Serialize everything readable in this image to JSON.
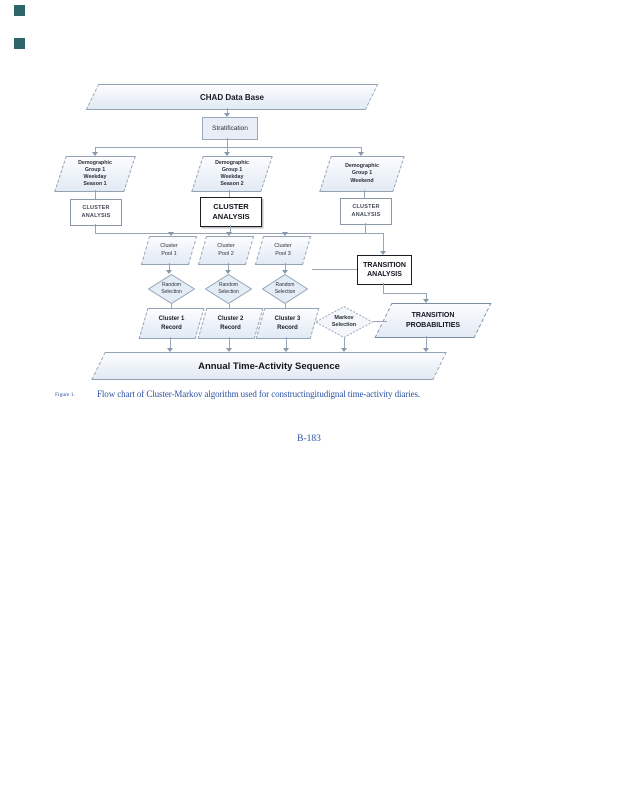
{
  "figure": {
    "label": "Figure 1.",
    "caption": "Flow chart of Cluster-Markov algorithm used for constructingitudignal time-activity diaries.",
    "page_number": "B-183"
  },
  "colors": {
    "shape_fill": "#e3ebf5",
    "shape_border": "#93a3b5",
    "connector": "#97a5b6",
    "emphasis_border": "#1c1c24",
    "caption_blue": "#2b52a3",
    "corner_mark": "#2e6569"
  },
  "flowchart": {
    "database": "CHAD Data Base",
    "stratification": "Stratification",
    "strata": [
      "Demographic\nGroup 1\nWeekday\nSeason 1",
      "Demographic\nGroup 1\nWeekday\nSeason 2",
      "Demographic\nGroup 1\nWeekend"
    ],
    "cluster_analysis": [
      "CLUSTER\nANALYSIS",
      "CLUSTER\nANALYSIS",
      "CLUSTER\nANALYSIS"
    ],
    "pools": [
      "Cluster\nPool 1",
      "Cluster\nPool 2",
      "Cluster\nPool 3"
    ],
    "random_selection": [
      "Random\nSelection",
      "Random\nSelection",
      "Random\nSelection"
    ],
    "records": [
      "Cluster 1\nRecord",
      "Cluster 2\nRecord",
      "Cluster 3\nRecord"
    ],
    "markov_selection": "Markov\nSelection",
    "transition_analysis": "TRANSITION\nANALYSIS",
    "transition_probabilities": "TRANSITION\nPROBABILITIES",
    "annual_sequence": "Annual Time-Activity Sequence"
  }
}
